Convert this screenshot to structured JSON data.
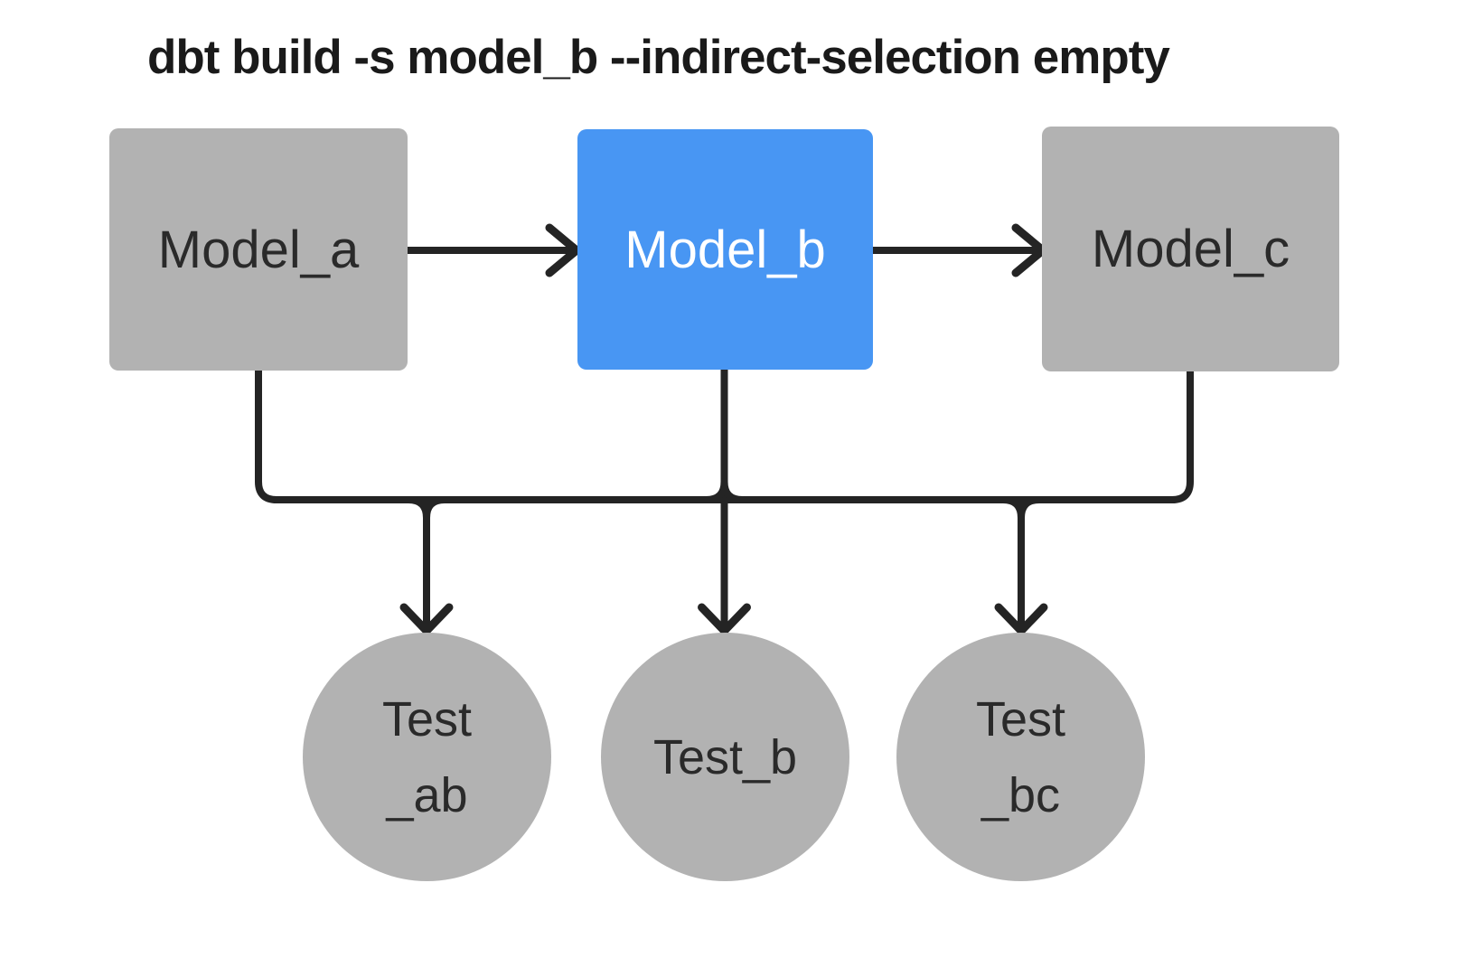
{
  "title": "dbt build -s model_b --indirect-selection empty",
  "colors": {
    "background": "#ffffff",
    "node_gray": "#b2b2b2",
    "selected_blue": "#4896f3",
    "edge": "#242424",
    "title_text": "#1a1a1a",
    "label_dark": "#2a2a2a",
    "label_light": "#ffffff"
  },
  "models": [
    {
      "id": "model_a",
      "label": "Model_a",
      "state": "unselected"
    },
    {
      "id": "model_b",
      "label": "Model_b",
      "state": "selected"
    },
    {
      "id": "model_c",
      "label": "Model_c",
      "state": "unselected"
    }
  ],
  "tests": [
    {
      "id": "test_ab",
      "line1": "Test",
      "line2": "_ab"
    },
    {
      "id": "test_b",
      "line1": "Test_b"
    },
    {
      "id": "test_bc",
      "line1": "Test",
      "line2": "_bc"
    }
  ],
  "edges": [
    {
      "from": "model_a",
      "to": "model_b",
      "type": "arrow"
    },
    {
      "from": "model_b",
      "to": "model_c",
      "type": "arrow"
    },
    {
      "from": "model_a",
      "to": "test_ab",
      "type": "bus-arrow"
    },
    {
      "from": "model_b",
      "to": "test_b",
      "type": "bus-arrow"
    },
    {
      "from": "model_c",
      "to": "test_bc",
      "type": "bus-arrow"
    }
  ]
}
